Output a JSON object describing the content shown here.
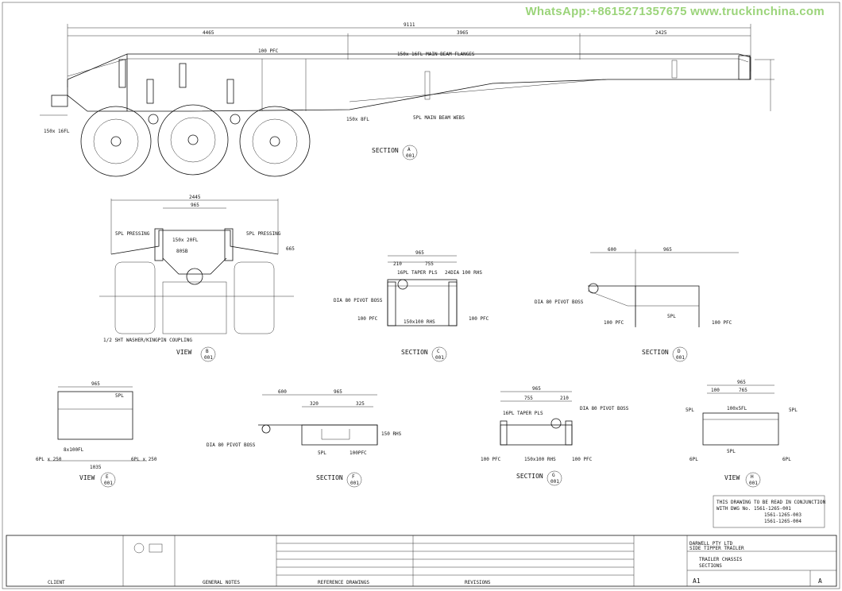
{
  "watermark": "WhatsApp:+8615271357675  www.truckinchina.com",
  "section_a": {
    "title": "SECTION",
    "ref": "A",
    "sheet": "001",
    "dims": {
      "overall": "9111",
      "d1": "4465",
      "d2": "3965",
      "d3": "2425"
    },
    "labels": [
      "150x 16FL MAIN BEAM FLANGES",
      "5PL MAIN BEAM WEBS",
      "150x 8FL",
      "100 PFC",
      "150x 16FL"
    ]
  },
  "view_b": {
    "title": "VIEW",
    "ref": "B",
    "sheet": "001",
    "dims": {
      "w": "2445",
      "inner": "965",
      "h": "665"
    },
    "labels": [
      "5PL PRESSING",
      "5PL PRESSING",
      "150x 20FL",
      "80SB",
      "1/2 SHT WASHER/KINGPIN COUPLING"
    ]
  },
  "section_c": {
    "title": "SECTION",
    "ref": "C",
    "sheet": "001",
    "dims": {
      "w": "965",
      "a": "755",
      "b": "210"
    },
    "labels": [
      "16PL TAPER PLS",
      "24DIA 100 RHS",
      "DIA 80 PIVOT BOSS",
      "100 PFC",
      "150x100 RHS",
      "100 PFC"
    ]
  },
  "section_d": {
    "title": "SECTION",
    "ref": "D",
    "sheet": "001",
    "dims": {
      "a": "600",
      "b": "965"
    },
    "labels": [
      "DIA 80 PIVOT BOSS",
      "100 PFC",
      "5PL",
      "100 PFC"
    ]
  },
  "view_e": {
    "title": "VIEW",
    "ref": "E",
    "sheet": "001",
    "dims": {
      "w": "965",
      "bot": "1035"
    },
    "labels": [
      "5PL",
      "8x100FL",
      "6PL x 250",
      "6PL x 250"
    ]
  },
  "section_f": {
    "title": "SECTION",
    "ref": "F",
    "sheet": "001",
    "dims": {
      "a": "600",
      "b": "965",
      "c": "320",
      "d": "325"
    },
    "labels": [
      "DIA 80 PIVOT BOSS",
      "5PL",
      "100PFC",
      "150 RHS"
    ]
  },
  "section_g": {
    "title": "SECTION",
    "ref": "G",
    "sheet": "001",
    "dims": {
      "w": "965",
      "a": "755",
      "b": "210"
    },
    "labels": [
      "16PL TAPER PLS",
      "DIA 80 PIVOT BOSS",
      "100 PFC",
      "150x100 RHS",
      "100 PFC"
    ]
  },
  "view_h": {
    "title": "VIEW",
    "ref": "H",
    "sheet": "001",
    "dims": {
      "w": "965",
      "a": "765",
      "b": "100"
    },
    "labels": [
      "100x5FL",
      "5PL",
      "5PL",
      "5PL",
      "6PL",
      "6PL"
    ]
  },
  "note": [
    "THIS DRAWING TO BE READ IN CONJUNCTION",
    "WITH DWG No. 1561-1265-001",
    "1561-1265-003",
    "1561-1265-004"
  ],
  "title_block": {
    "company": "DARWELL PTY LTD",
    "project": "SIDE TIPPER TRAILER",
    "title1": "TRAILER CHASSIS",
    "title2": "SECTIONS",
    "size": "A1",
    "rev": "A",
    "client": "CLIENT",
    "general_notes": "GENERAL NOTES",
    "reference_drawings": "REFERENCE DRAWINGS",
    "revisions": "REVISIONS"
  }
}
